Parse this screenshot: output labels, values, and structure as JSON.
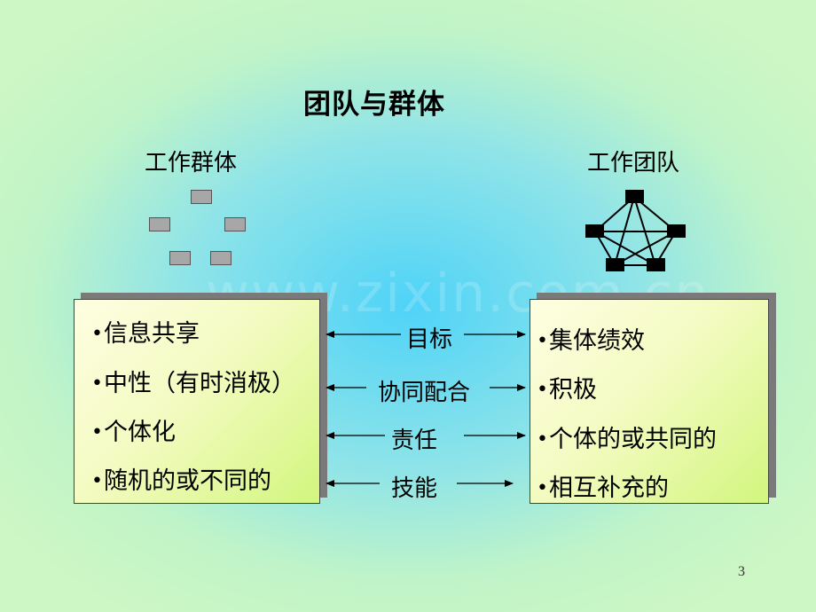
{
  "title": "团队与群体",
  "left_subtitle": "工作群体",
  "right_subtitle": "工作团队",
  "left_items": [
    "信息共享",
    "中性（有时消极）",
    "个体化",
    "随机的或不同的"
  ],
  "right_items": [
    "集体绩效",
    "积极",
    "个体的或共同的",
    "相互补充的"
  ],
  "bullet": "•",
  "arrow_labels": [
    "目标",
    "协同配合",
    "责任",
    "技能"
  ],
  "watermark": "www.zixin.com.cn",
  "page_number": "3"
}
